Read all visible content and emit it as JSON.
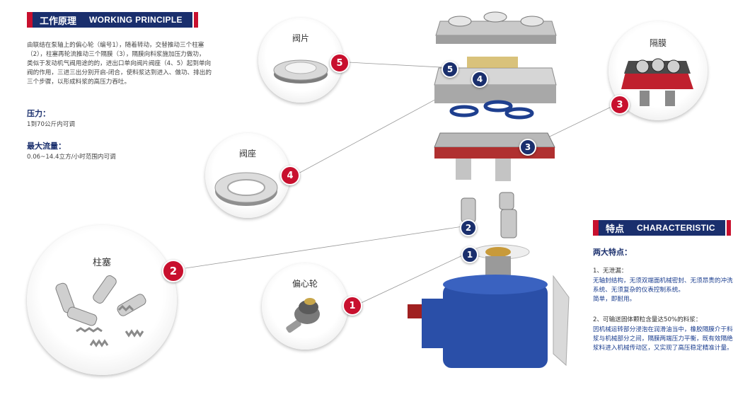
{
  "header": {
    "title_cn": "工作原理",
    "title_en": "WORKING PRINCIPLE"
  },
  "intro": {
    "lines": [
      "由联结在泵轴上的偏心轮（编号1），随着转动，交替推动三个柱塞",
      "（2），柱塞再轮流推动三个隔膜（3），隔膜向料浆施加压力做功，",
      "类似于发动机气阀用途的的，进出口单向阀片阀座（4、5）起到单向",
      "阀的作用，三进三出分别开启-闭合，使料浆达到进入、做功、排出的",
      "三个步骤，以形成料浆的高压力吞吐。"
    ]
  },
  "pressure": {
    "label": "压力：",
    "value": "1到70公斤内可调"
  },
  "flow": {
    "label": "最大流量：",
    "value": "0.06~14.4立方/小时范围内可调"
  },
  "callouts": {
    "valve_plate": {
      "title": "阀片",
      "num": "5"
    },
    "valve_seat": {
      "title": "阀座",
      "num": "4"
    },
    "plunger": {
      "title": "柱塞",
      "num": "2"
    },
    "eccentric": {
      "title": "偏心轮",
      "num": "1"
    },
    "diaphragm": {
      "title": "隔膜",
      "num": "3"
    }
  },
  "assembly_markers": [
    "5",
    "4",
    "3",
    "2",
    "1"
  ],
  "characteristic": {
    "title_cn": "特点",
    "title_en": "CHARACTERISTIC",
    "heading": "两大特点：",
    "point1": {
      "title": "1、无泄漏：",
      "lines": [
        "无轴封结构，无须双端面机械密封、无须昂贵的冲洗",
        "系统、无须复杂的仪表控制系统。",
        "简单，即耐用。"
      ]
    },
    "point2": {
      "title": "2、可输送固体颗粒含量达50%的料浆：",
      "lines": [
        "因机械运转部分浸泡在润滑油当中，橡胶隔膜介于料",
        "浆与机械部分之间，隔膜两端压力平衡，既有效隔绝",
        "浆料进入机械传动区，又实现了高压稳定精准计量。"
      ]
    }
  },
  "colors": {
    "brand_blue": "#1a2f6d",
    "accent_red": "#c8102e",
    "body_blue": "#2a4fa8"
  }
}
